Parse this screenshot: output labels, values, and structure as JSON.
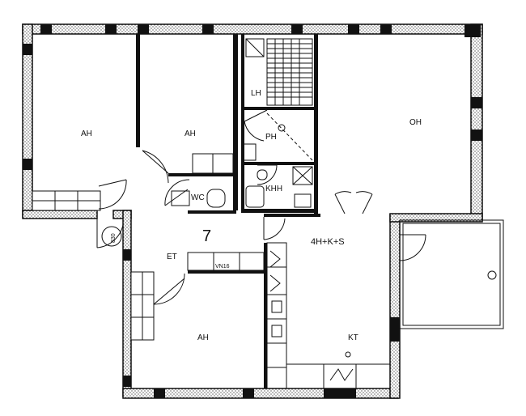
{
  "plan": {
    "apartment_number": "7",
    "apartment_type": "4H+K+S",
    "room_labels": {
      "bedroom_top_left": "AH",
      "bedroom_top_middle": "AH",
      "bedroom_bottom": "AH",
      "living_room": "OH",
      "walk_in_closet": "LH",
      "bathroom": "PH",
      "sauna": "KHH",
      "toilet": "WC",
      "entrance_hall": "ET",
      "kitchen": "KT"
    },
    "fixture_labels": {
      "entrance_closet_code": "VN16",
      "door_width": "830"
    }
  },
  "colors": {
    "ink": "#111111",
    "paper": "#ffffff"
  }
}
